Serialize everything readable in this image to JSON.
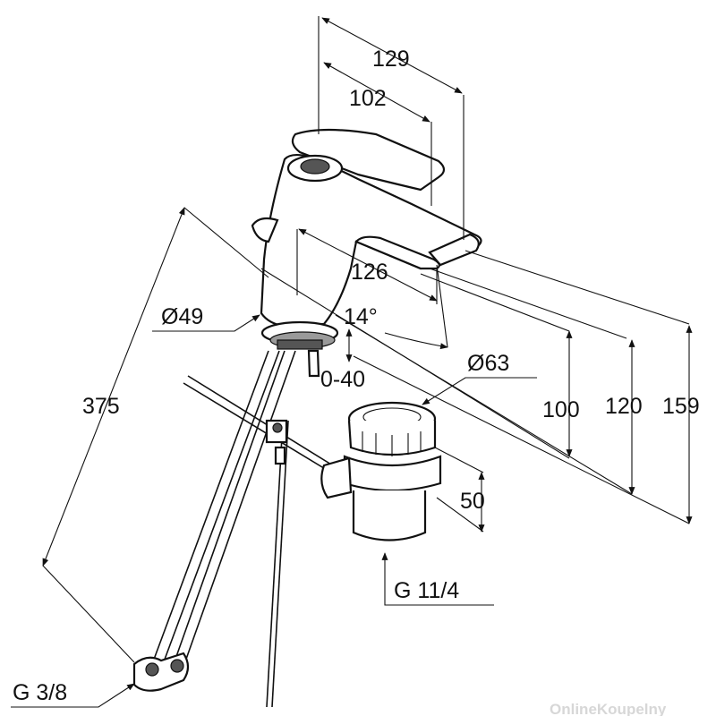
{
  "diagram": {
    "dimensions": {
      "d129": "129",
      "d102": "102",
      "d126": "126",
      "d14deg": "14°",
      "d49": "Ø49",
      "d040": "0-40",
      "d63": "Ø63",
      "d375": "375",
      "d100": "100",
      "d120": "120",
      "d159": "159",
      "d50": "50",
      "g114": "G 11/4",
      "g38": "G 3/8"
    },
    "watermark": "OnlineKoupelny"
  }
}
